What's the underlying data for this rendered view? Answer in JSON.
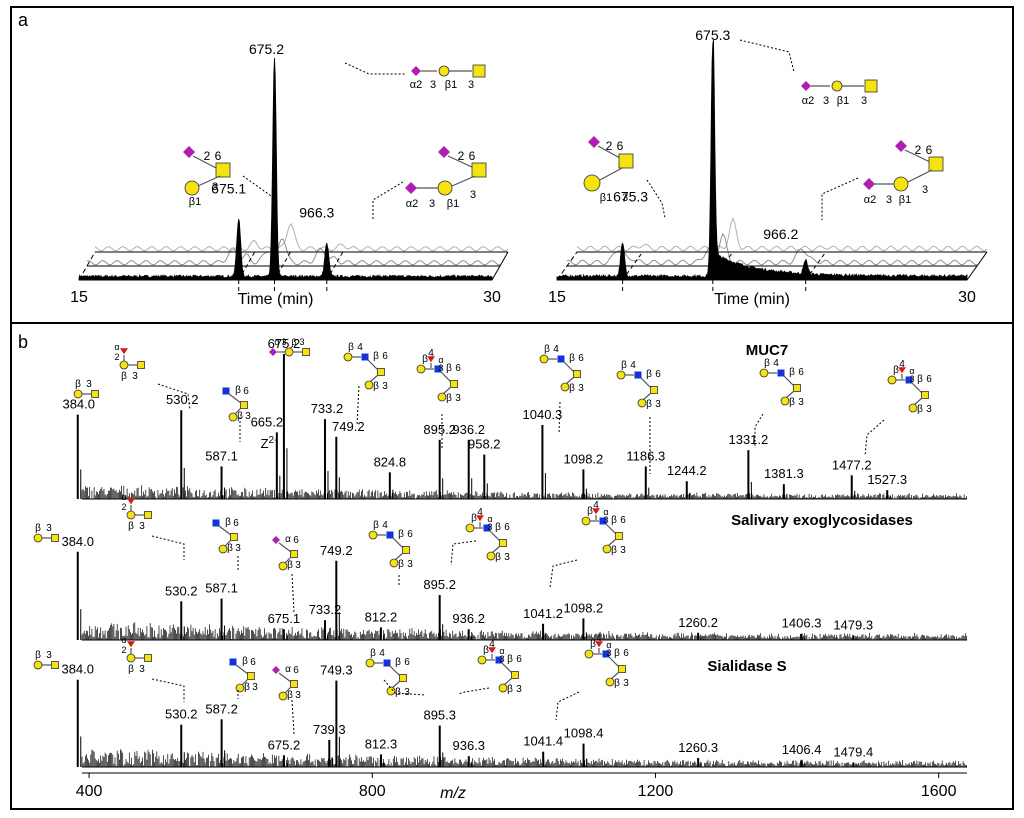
{
  "panel_a": {
    "label": "a"
  },
  "panel_b": {
    "label": "b"
  },
  "chart_data": [
    {
      "type": "line",
      "panel": "a-left",
      "xlabel": "Time (min)",
      "xlim": [
        15,
        30
      ],
      "x_tick_labels": [
        "15",
        "30"
      ],
      "peaks": [
        {
          "x": 20.8,
          "y": 0.26,
          "label": "675.1"
        },
        {
          "x": 22.1,
          "y": 1.0,
          "label": "675.2"
        },
        {
          "x": 24.0,
          "y": 0.15,
          "label": "966.3"
        }
      ],
      "glycan_labels": {
        "top": [
          "α2",
          "3",
          "β1",
          "3"
        ],
        "left": [
          "2",
          "6",
          "β1",
          "3"
        ],
        "right": [
          "2",
          "6",
          "α2",
          "3",
          "β1",
          "3"
        ]
      }
    },
    {
      "type": "line",
      "panel": "a-right",
      "xlabel": "Time (min)",
      "xlim": [
        15,
        30
      ],
      "x_tick_labels": [
        "15",
        "30"
      ],
      "peaks": [
        {
          "x": 17.4,
          "y": 0.14,
          "label": "675.3"
        },
        {
          "x": 20.7,
          "y": 1.0,
          "label": "675.3"
        },
        {
          "x": 24.1,
          "y": 0.06,
          "label": "966.2"
        }
      ],
      "glycan_labels": {
        "top": [
          "α2",
          "3",
          "β1",
          "3"
        ],
        "left": [
          "2",
          "6",
          "β1",
          "3"
        ],
        "right": [
          "2",
          "6",
          "α2",
          "3",
          "β1",
          "3"
        ]
      }
    },
    {
      "type": "line",
      "panel": "b",
      "xlabel": "m/z",
      "xlim": [
        390,
        1640
      ],
      "x_ticks": [
        400,
        800,
        1200,
        1600
      ],
      "x_tick_labels": [
        "400",
        "800",
        "1200",
        "1600"
      ],
      "series": [
        {
          "name": "MUC7",
          "peaks": [
            {
              "x": 384.0,
              "y": 0.57,
              "label": "384.0"
            },
            {
              "x": 530.2,
              "y": 0.6,
              "label": "530.2"
            },
            {
              "x": 587.1,
              "y": 0.22,
              "label": "587.1"
            },
            {
              "x": 665.2,
              "y": 0.45,
              "label": "665.2"
            },
            {
              "x": 675.2,
              "y": 0.98,
              "label": "675.2"
            },
            {
              "x": 733.2,
              "y": 0.54,
              "label": "733.2"
            },
            {
              "x": 749.2,
              "y": 0.42,
              "label": "749.2"
            },
            {
              "x": 824.8,
              "y": 0.18,
              "label": "824.8"
            },
            {
              "x": 895.2,
              "y": 0.4,
              "label": "895.2"
            },
            {
              "x": 936.2,
              "y": 0.4,
              "label": "936.2"
            },
            {
              "x": 958.2,
              "y": 0.3,
              "label": "958.2"
            },
            {
              "x": 1040.3,
              "y": 0.5,
              "label": "1040.3"
            },
            {
              "x": 1098.2,
              "y": 0.2,
              "label": "1098.2"
            },
            {
              "x": 1186.3,
              "y": 0.22,
              "label": "1186.3"
            },
            {
              "x": 1244.2,
              "y": 0.12,
              "label": "1244.2"
            },
            {
              "x": 1331.2,
              "y": 0.33,
              "label": "1331.2"
            },
            {
              "x": 1381.3,
              "y": 0.1,
              "label": "1381.3"
            },
            {
              "x": 1477.2,
              "y": 0.16,
              "label": "1477.2"
            },
            {
              "x": 1527.3,
              "y": 0.06,
              "label": "1527.3"
            }
          ],
          "annotations": [
            "Z2-"
          ]
        },
        {
          "name": "Salivary exoglycosidases",
          "peaks": [
            {
              "x": 384.0,
              "y": 0.98,
              "label": "384.0"
            },
            {
              "x": 530.2,
              "y": 0.43,
              "label": "530.2"
            },
            {
              "x": 587.1,
              "y": 0.46,
              "label": "587.1"
            },
            {
              "x": 675.1,
              "y": 0.12,
              "label": "675.1"
            },
            {
              "x": 733.2,
              "y": 0.22,
              "label": "733.2"
            },
            {
              "x": 749.2,
              "y": 0.88,
              "label": "749.2"
            },
            {
              "x": 812.2,
              "y": 0.14,
              "label": "812.2"
            },
            {
              "x": 895.2,
              "y": 0.5,
              "label": "895.2"
            },
            {
              "x": 936.2,
              "y": 0.12,
              "label": "936.2"
            },
            {
              "x": 1041.2,
              "y": 0.18,
              "label": "1041.2"
            },
            {
              "x": 1098.2,
              "y": 0.24,
              "label": "1098.2"
            },
            {
              "x": 1260.2,
              "y": 0.08,
              "label": "1260.2"
            },
            {
              "x": 1406.3,
              "y": 0.07,
              "label": "1406.3"
            },
            {
              "x": 1479.3,
              "y": 0.05,
              "label": "1479.3"
            }
          ]
        },
        {
          "name": "Sialidase S",
          "peaks": [
            {
              "x": 384.0,
              "y": 0.97,
              "label": "384.0"
            },
            {
              "x": 530.2,
              "y": 0.47,
              "label": "530.2"
            },
            {
              "x": 587.2,
              "y": 0.53,
              "label": "587.2"
            },
            {
              "x": 675.2,
              "y": 0.13,
              "label": "675.2"
            },
            {
              "x": 739.3,
              "y": 0.3,
              "label": "739.3"
            },
            {
              "x": 749.3,
              "y": 0.96,
              "label": "749.3"
            },
            {
              "x": 812.3,
              "y": 0.14,
              "label": "812.3"
            },
            {
              "x": 895.3,
              "y": 0.46,
              "label": "895.3"
            },
            {
              "x": 936.3,
              "y": 0.12,
              "label": "936.3"
            },
            {
              "x": 1041.4,
              "y": 0.17,
              "label": "1041.4"
            },
            {
              "x": 1098.4,
              "y": 0.26,
              "label": "1098.4"
            },
            {
              "x": 1260.3,
              "y": 0.1,
              "label": "1260.3"
            },
            {
              "x": 1406.4,
              "y": 0.08,
              "label": "1406.4"
            },
            {
              "x": 1479.4,
              "y": 0.05,
              "label": "1479.4"
            }
          ]
        }
      ],
      "glycan_labels": {
        "a": [
          "β",
          "3"
        ],
        "b": [
          "α",
          "2",
          "β",
          "3"
        ],
        "c": [
          "β",
          "6",
          "β",
          "3"
        ],
        "d": [
          "α",
          "3",
          "β",
          "3"
        ],
        "e": [
          "β",
          "4",
          "β",
          "6",
          "β",
          "3"
        ],
        "f": [
          "α",
          "6",
          "β",
          "3"
        ],
        "g": [
          "β",
          "4",
          "α",
          "3",
          "β",
          "6",
          "β",
          "3"
        ]
      }
    }
  ],
  "colors": {
    "sialic": "#b01eb0",
    "galactose": "#f5e30f",
    "glcnac": "#1234d8",
    "fucose": "#d81818",
    "trace": "#000000",
    "shadow_trace": "#909090"
  }
}
